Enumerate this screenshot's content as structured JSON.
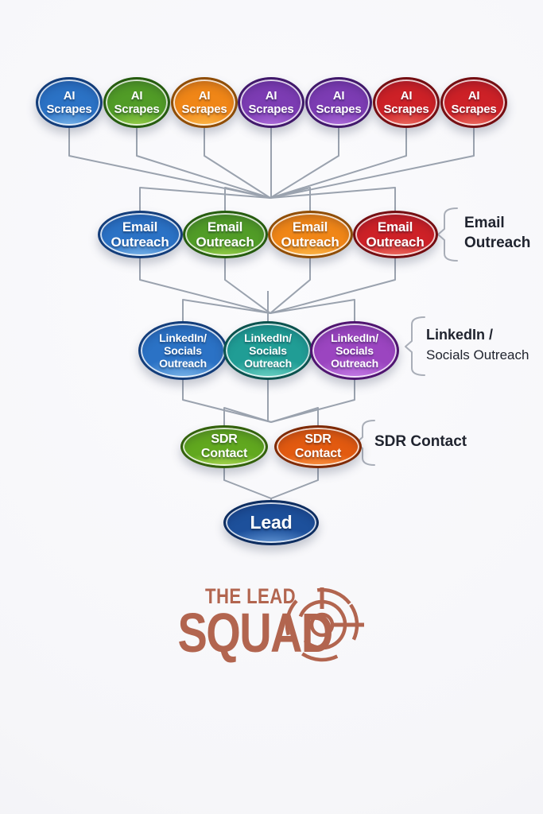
{
  "title": "Lead generation funnel diagram",
  "funnel": {
    "connector_color": "#9aa2ae",
    "rows": [
      {
        "name": "ai-scrapes",
        "nodes": [
          {
            "lines": [
              "AI",
              "Scrapes"
            ],
            "color": "blue"
          },
          {
            "lines": [
              "AI",
              "Scrapes"
            ],
            "color": "green"
          },
          {
            "lines": [
              "AI",
              "Scrapes"
            ],
            "color": "orange"
          },
          {
            "lines": [
              "AI",
              "Scrapes"
            ],
            "color": "purple"
          },
          {
            "lines": [
              "AI",
              "Scrapes"
            ],
            "color": "purple"
          },
          {
            "lines": [
              "AI",
              "Scrapes"
            ],
            "color": "red"
          },
          {
            "lines": [
              "AI",
              "Scrapes"
            ],
            "color": "red"
          }
        ]
      },
      {
        "name": "email-outreach",
        "nodes": [
          {
            "lines": [
              "Email",
              "Outreach"
            ],
            "color": "blue"
          },
          {
            "lines": [
              "Email",
              "Outreach"
            ],
            "color": "green"
          },
          {
            "lines": [
              "Email",
              "Outreach"
            ],
            "color": "orange"
          },
          {
            "lines": [
              "Email",
              "Outreach"
            ],
            "color": "red"
          }
        ]
      },
      {
        "name": "linkedin-socials-outreach",
        "nodes": [
          {
            "lines": [
              "LinkedIn/",
              "Socials",
              "Outreach"
            ],
            "color": "blue"
          },
          {
            "lines": [
              "LinkedIn/",
              "Socials",
              "Outreach"
            ],
            "color": "teal"
          },
          {
            "lines": [
              "LinkedIn/",
              "Socials",
              "Outreach"
            ],
            "color": "violet"
          }
        ]
      },
      {
        "name": "sdr-contact",
        "nodes": [
          {
            "lines": [
              "SDR",
              "Contact"
            ],
            "color": "lime"
          },
          {
            "lines": [
              "SDR",
              "Contact"
            ],
            "color": "orangered"
          }
        ]
      },
      {
        "name": "lead",
        "nodes": [
          {
            "lines": [
              "Lead"
            ],
            "color": "navy"
          }
        ]
      }
    ],
    "palette": {
      "blue": {
        "border": "#133d7a",
        "fill": "#2b72c5",
        "glow": "#8ec6f3"
      },
      "green": {
        "border": "#265c0f",
        "fill": "#519c27",
        "glow": "#a9db52"
      },
      "orange": {
        "border": "#8f4d05",
        "fill": "#f08617",
        "glow": "#ffc455"
      },
      "purple": {
        "border": "#41196b",
        "fill": "#7c3cb3",
        "glow": "#bb7ae6"
      },
      "red": {
        "border": "#740e12",
        "fill": "#cd2127",
        "glow": "#f57f6e"
      },
      "teal": {
        "border": "#0b524e",
        "fill": "#209d95",
        "glow": "#7fdfd0"
      },
      "violet": {
        "border": "#4f1570",
        "fill": "#9b45c0",
        "glow": "#cf8af0"
      },
      "lime": {
        "border": "#33610c",
        "fill": "#61a81f",
        "glow": "#bce25e"
      },
      "orangered": {
        "border": "#7e2a05",
        "fill": "#e25a10",
        "glow": "#ffa14e"
      },
      "navy": {
        "border": "#0d2d60",
        "fill": "#1d509b",
        "glow": "#6fa3e0"
      }
    }
  },
  "brackets": {
    "email": {
      "line1": "Email",
      "line2": "Outreach"
    },
    "linkedin": {
      "line1": "LinkedIn /",
      "line2": "Socials Outreach"
    },
    "sdr": {
      "line1": "SDR Contact"
    }
  },
  "logo": {
    "line1": "THE LEAD",
    "line2": "SQUAD",
    "color": "#b2654f"
  }
}
